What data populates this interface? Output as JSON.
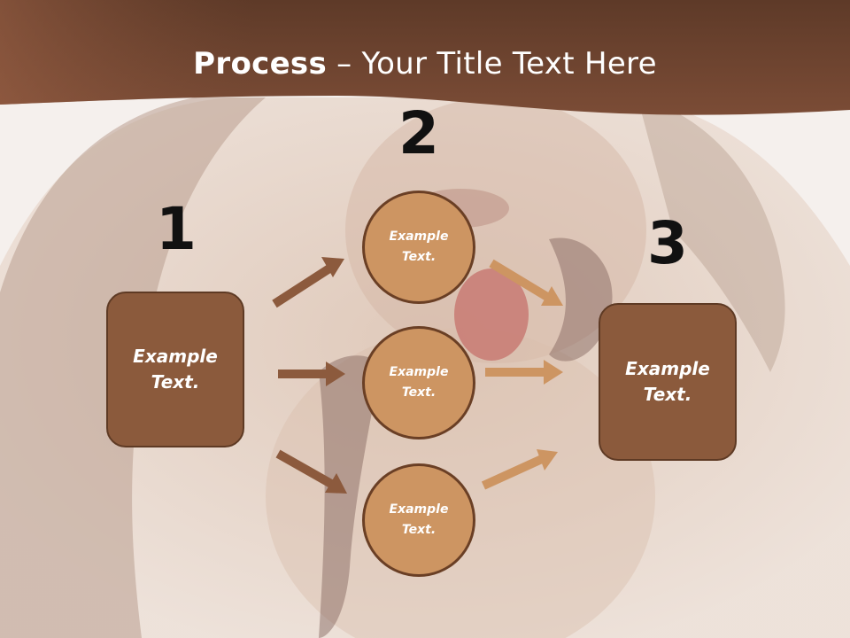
{
  "title": {
    "bold": "Process",
    "rest": " – Your Title Text Here"
  },
  "steps": [
    {
      "number": "1",
      "text": "Example Text."
    },
    {
      "number": "2",
      "text": "Example Text."
    },
    {
      "number": "3",
      "text": "Example Text."
    }
  ],
  "middle_items": [
    {
      "text": "Example Text."
    },
    {
      "text": "Example Text."
    },
    {
      "text": "Example Text."
    }
  ],
  "colors": {
    "banner": "#6e4430",
    "box_fill": "#8b5a3c",
    "circle_fill": "#cd9562",
    "arrow_dark": "#8c5a3d",
    "arrow_light": "#cd9562"
  }
}
